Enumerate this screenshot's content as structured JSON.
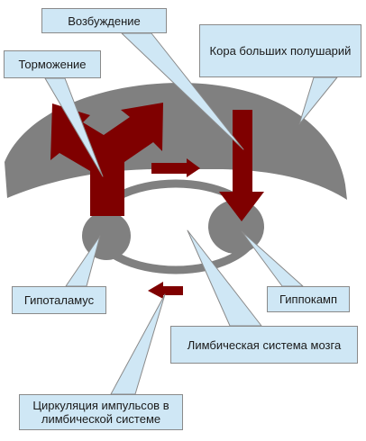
{
  "colors": {
    "cortex": "#808080",
    "arrow": "#7f0000",
    "callout_fill": "#cfe7f5",
    "callout_border": "#8a8a8a",
    "background": "#ffffff"
  },
  "labels": {
    "inhibition": "Торможение",
    "excitation": "Возбуждение",
    "cortex": "Кора больших полушарий",
    "hypothalamus": "Гипоталамус",
    "hippocampus": "Гиппокамп",
    "limbic_system": "Лимбическая система мозга",
    "circulation_line1": "Циркуляция импульсов в",
    "circulation_line2": "лимбической системе"
  }
}
